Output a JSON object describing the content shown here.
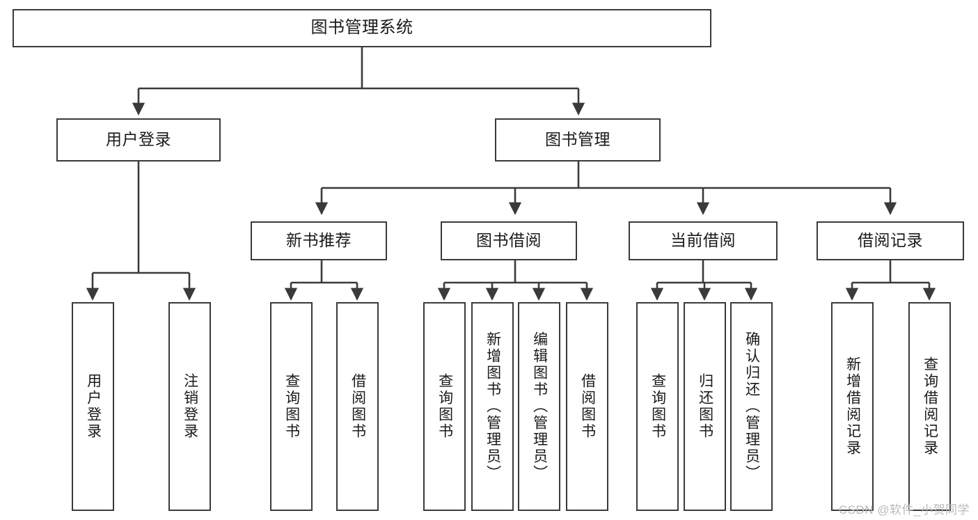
{
  "diagram": {
    "title": "图书管理系统",
    "type": "functional-structure-tree",
    "root": {
      "label": "图书管理系统"
    },
    "level2": [
      {
        "label": "用户登录"
      },
      {
        "label": "图书管理"
      }
    ],
    "level3": [
      {
        "label": "新书推荐"
      },
      {
        "label": "图书借阅"
      },
      {
        "label": "当前借阅"
      },
      {
        "label": "借阅记录"
      }
    ],
    "leaves": [
      {
        "label": "用户登录"
      },
      {
        "label": "注销登录"
      },
      {
        "label": "查询图书"
      },
      {
        "label": "借阅图书"
      },
      {
        "label": "查询图书"
      },
      {
        "label": "新增图书（管理员）"
      },
      {
        "label": "编辑图书（管理员）"
      },
      {
        "label": "借阅图书"
      },
      {
        "label": "查询图书"
      },
      {
        "label": "归还图书"
      },
      {
        "label": "确认归还（管理员）"
      },
      {
        "label": "新增借阅记录"
      },
      {
        "label": "查询借阅记录"
      }
    ]
  },
  "watermark": {
    "text": "CSDN @软件_小贺同学"
  },
  "colors": {
    "stroke": "#3a3a3a",
    "background": "#ffffff",
    "text": "#1a1a1a",
    "watermark": "#b9b9b9"
  }
}
